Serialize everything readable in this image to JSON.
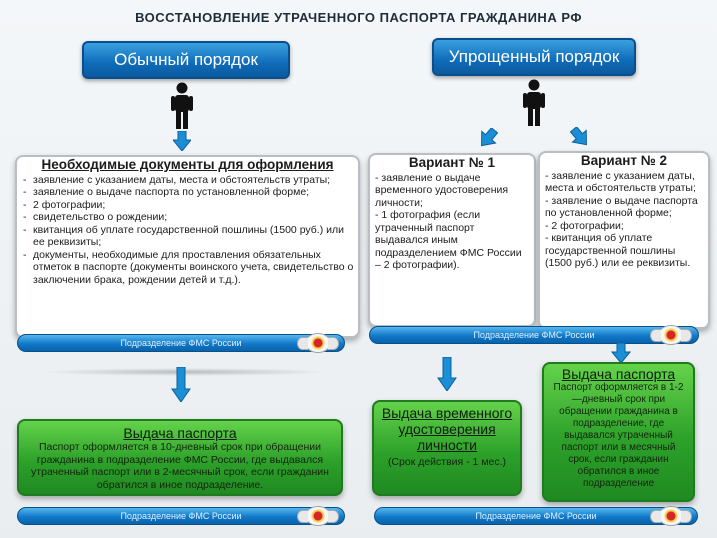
{
  "title": "ВОССТАНОВЛЕНИЕ УТРАЧЕННОГО ПАСПОРТА ГРАЖДАНИНА РФ",
  "modes": {
    "regular": "Обычный порядок",
    "simplified": "Упрощенный порядок"
  },
  "regular_docs": {
    "heading": "Необходимые документы для оформления",
    "items": [
      "заявление с указанием даты, места и обстоятельств утраты;",
      "заявление о выдаче паспорта по установленной форме;",
      "2 фотографии;",
      "свидетельство о рождении;",
      "квитанция об уплате государственной пошлины (1500 руб.) или ее реквизиты;",
      "документы, необходимые для проставления обязательных отметок в паспорте (документы воинского учета, свидетельство о заключении брака, рождении детей и т.д.)."
    ]
  },
  "variant1": {
    "heading": "Вариант № 1",
    "lines": [
      "- заявление о выдаче временного удостоверения личности;",
      "- 1 фотография (если утраченный паспорт выдавался иным подразделением ФМС России – 2 фотографии)."
    ]
  },
  "variant2": {
    "heading": "Вариант № 2",
    "lines": [
      "- заявление с указанием даты, места и обстоятельств утраты;",
      "- заявление о выдаче паспорта по установленной форме;",
      "- 2 фотографии;",
      "- квитанция об уплате государственной пошлины (1500 руб.) или ее реквизиты."
    ]
  },
  "fms_label": "Подразделение ФМС России",
  "issue_regular": {
    "heading": "Выдача паспорта",
    "text": "Паспорт оформляется в 10-дневный срок при обращении гражданина в подразделение ФМС России, где выдавался утраченный паспорт или в 2-месячный срок, если гражданин обратился в иное подразделение."
  },
  "issue_temp": {
    "heading": "Выдача временного удостоверения личности",
    "text": "(Срок действия - 1 мес.)"
  },
  "issue_simplified": {
    "heading": "Выдача паспорта",
    "text": "Паспорт оформляется в 1-2—дневный срок при обращении гражданина в подразделение, где выдавался утраченный паспорт или в месячный срок, если гражданин обратился в иное подразделение"
  },
  "colors": {
    "blue": "#0f6bb8",
    "green": "#2da12a",
    "arrow": "#1a8fd6"
  }
}
